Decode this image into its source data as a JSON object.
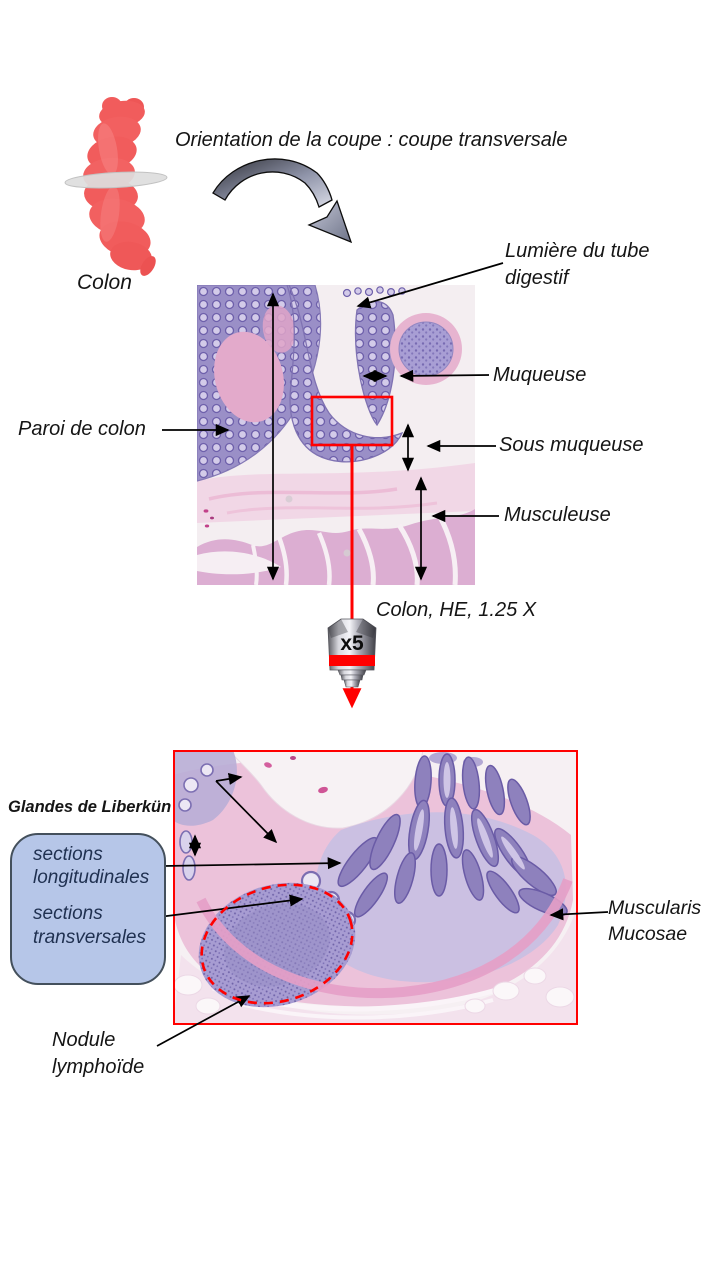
{
  "slide": {
    "orientation_caption": "Orientation de la coupe : coupe transversale",
    "colon_label": "Colon"
  },
  "low_mag": {
    "caption": "Colon, HE, 1.25 X",
    "labels": {
      "lumen": "Lumière du tube\ndigestif",
      "mucosa": "Muqueuse",
      "wall": "Paroi de colon",
      "submucosa": "Sous muqueuse",
      "muscularis": "Musculeuse"
    }
  },
  "objective": {
    "magnification": "x5"
  },
  "high_mag": {
    "glands_title": "Glandes de Liberkün",
    "sections_box": {
      "longitudinal": "sections\nlongitudinales",
      "transverse": "sections\ntransversales"
    },
    "muscularis_mucosae": "Muscularis\nMucosae",
    "lymphoid_nodule": "Nodule\nlymphoïde"
  },
  "colors": {
    "annotation_red": "#ff0000",
    "box_fill": "#b6c6e8",
    "box_border": "#44505c",
    "box_text": "#1f3050",
    "colon_red": "#f15c5c",
    "tissue_pink": "#e3aacb",
    "tissue_purple": "#9a8fc7"
  }
}
